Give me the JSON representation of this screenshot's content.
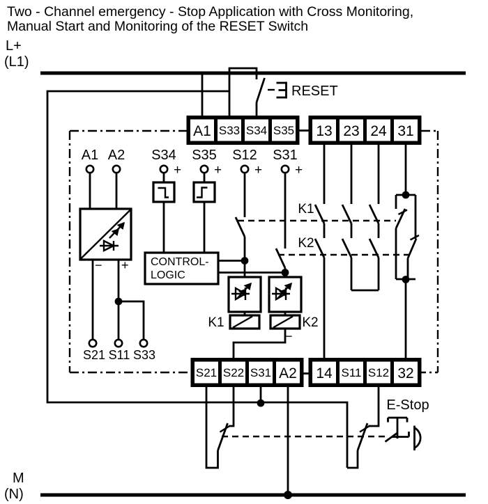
{
  "colors": {
    "ink": "#000000",
    "background": "#ffffff"
  },
  "title": {
    "line1": "Two - Channel emergency - Stop Application with Cross Monitoring,",
    "line2": "Manual Start and Monitoring of the RESET Switch"
  },
  "rails": {
    "positive_top": "L+",
    "positive_top_alt": "(L1)",
    "negative_bottom": "M",
    "negative_bottom_alt": "(N)"
  },
  "switches": {
    "reset_label": "RESET",
    "estop_label": "E-Stop"
  },
  "terminal_blocks": {
    "top_left": [
      "A1",
      "S33",
      "S34",
      "S35"
    ],
    "top_right": [
      "13",
      "23",
      "24",
      "31"
    ],
    "bottom_left": [
      "S21",
      "S22",
      "S31",
      "A2"
    ],
    "bottom_right": [
      "14",
      "S11",
      "S12",
      "32"
    ]
  },
  "internal": {
    "top_points": [
      "A1",
      "A2",
      "S34",
      "S35",
      "S12",
      "S31"
    ],
    "bottom_points": [
      "S21",
      "S11",
      "S33"
    ],
    "plus": "+",
    "minus": "−",
    "psu_minus": "−",
    "psu_plus": "+",
    "control_logic_line1": "CONTROL-",
    "control_logic_line2": "LOGIC",
    "relay1": "K1",
    "relay2": "K2"
  }
}
